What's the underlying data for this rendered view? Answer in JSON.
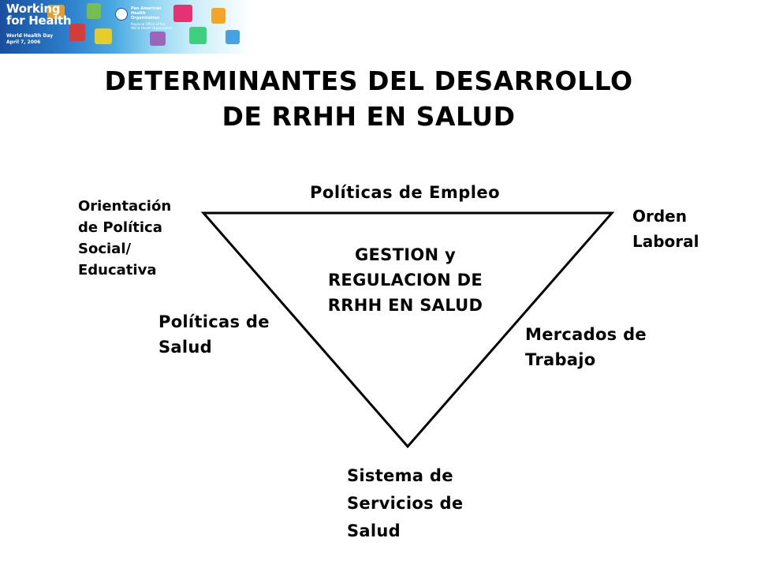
{
  "header": {
    "logo_title_line1": "Working",
    "logo_title_line2": "for Health",
    "event_line1": "World Health Day",
    "event_line2": "April 7, 2006",
    "org_line1": "Pan American",
    "org_line2": "Health",
    "org_line3": "Organization",
    "org_sub_line1": "Regional Office of the",
    "org_sub_line2": "World Health Organization"
  },
  "slide": {
    "title_line1": "DETERMINANTES DEL DESARROLLO",
    "title_line2": "DE RRHH EN SALUD"
  },
  "diagram": {
    "center_line1": "GESTION y",
    "center_line2": "REGULACION DE",
    "center_line3": "RRHH EN SALUD",
    "top_edge": "Políticas de Empleo",
    "left_edge_line1": "Políticas de",
    "left_edge_line2": "Salud",
    "right_edge_line1": "Mercados de",
    "right_edge_line2": "Trabajo",
    "top_left_line1": "Orientación",
    "top_left_line2": "de Política",
    "top_left_line3": "Social/",
    "top_left_line4": "Educativa",
    "top_right_line1": "Orden",
    "top_right_line2": "Laboral",
    "bottom_line1": "Sistema de",
    "bottom_line2": "Servicios de",
    "bottom_line3": "Salud"
  },
  "colors": {
    "text": "#000000",
    "background": "#ffffff",
    "banner_blue": "#1b4fa0",
    "banner_light": "#8fd3f0"
  }
}
